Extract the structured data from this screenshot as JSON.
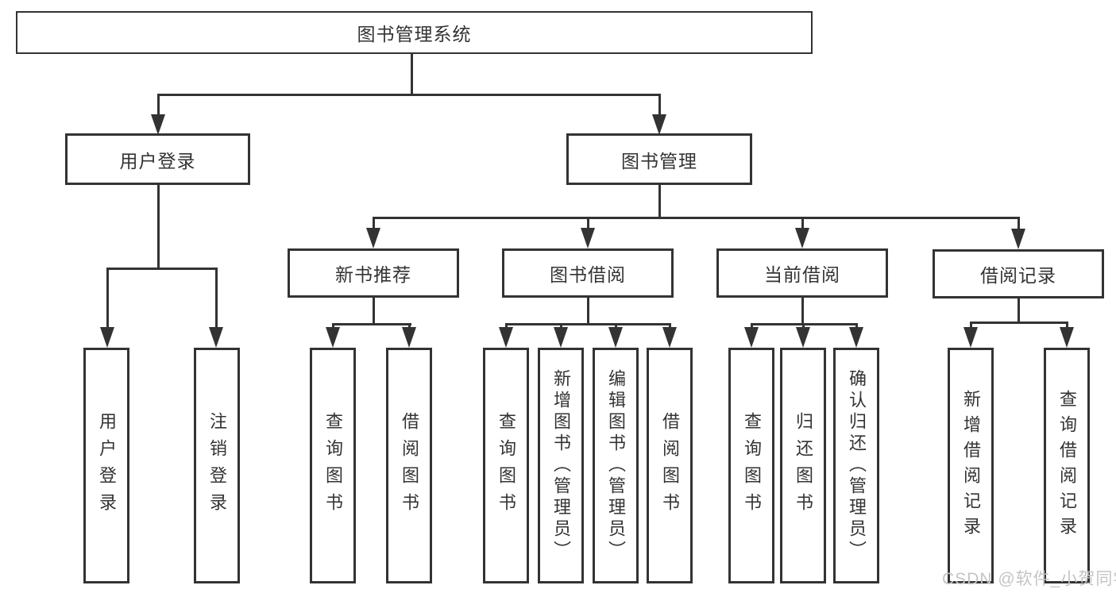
{
  "nodes": {
    "root": "图书管理系统",
    "user_login": "用户登录",
    "book_management": "图书管理",
    "new_book_recommend": "新书推荐",
    "book_borrow": "图书借阅",
    "current_borrow": "当前借阅",
    "borrow_records": "借阅记录"
  },
  "leaves": [
    {
      "label": "用户登录"
    },
    {
      "label": "注销登录"
    },
    {
      "label": "查询图书"
    },
    {
      "label": "借阅图书"
    },
    {
      "label": "查询图书"
    },
    {
      "label": "新增图书（管理员）"
    },
    {
      "label": "编辑图书（管理员）"
    },
    {
      "label": "借阅图书"
    },
    {
      "label": "查询图书"
    },
    {
      "label": "归还图书"
    },
    {
      "label": "确认归还（管理员）"
    },
    {
      "label": "新增借阅记录"
    },
    {
      "label": "查询借阅记录"
    }
  ],
  "watermark": "CSDN @软件_小贺同学",
  "colors": {
    "line": "#333333",
    "text": "#333333",
    "background": "#ffffff",
    "watermark": "#c4c4c4"
  }
}
